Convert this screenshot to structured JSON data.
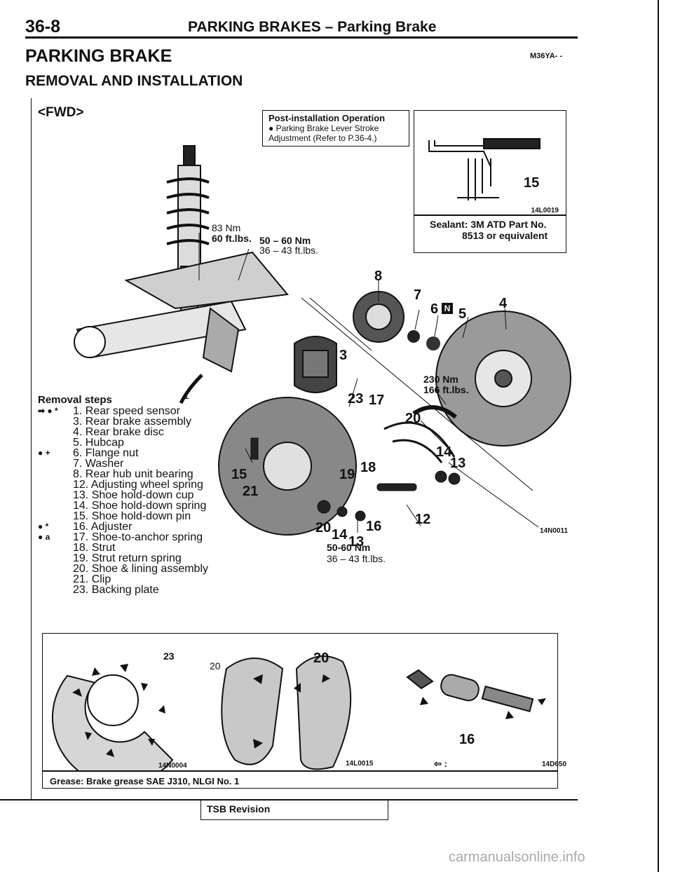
{
  "header": {
    "page_code": "36-8",
    "section_title": "PARKING BRAKES – Parking Brake"
  },
  "title": "PARKING BRAKE",
  "subtitle": "REMOVAL AND INSTALLATION",
  "doc_code": "M36YA- -",
  "fwd_label": "<FWD>",
  "post_install": {
    "title": "Post-installation Operation",
    "line1": "● Parking Brake Lever Stroke",
    "line2": "Adjustment (Refer to P.36-4.)"
  },
  "inset": {
    "callout": "15",
    "code": "14L0019",
    "sealant_line1": "Sealant: 3M ATD Part No.",
    "sealant_line2": "8513 or equivalent"
  },
  "torques": {
    "t1_nm": "83 Nm",
    "t1_ft": "60 ft.lbs.",
    "t2_nm": "50 – 60 Nm",
    "t2_ft": "36 – 43 ft.lbs.",
    "t3_nm": "230 Nm",
    "t3_ft": "166 ft.lbs.",
    "t4_nm": "50-60 Nm",
    "t4_ft": "36 – 43 ft.lbs."
  },
  "callouts": {
    "c1": "1",
    "c3": "3",
    "c4": "4",
    "c5": "5",
    "c6": "6",
    "c7": "7",
    "c8": "8",
    "c12": "12",
    "c13a": "13",
    "c13b": "13",
    "c14a": "14",
    "c14b": "14",
    "c15": "15",
    "c16": "16",
    "c17": "17",
    "c18": "18",
    "c19": "19",
    "c20a": "20",
    "c20b": "20",
    "c21": "21",
    "c23": "23"
  },
  "steps": {
    "title": "Removal steps",
    "items": [
      {
        "mark": "➡ ● *",
        "text": "1. Rear speed sensor"
      },
      {
        "mark": "",
        "text": "3. Rear brake assembly"
      },
      {
        "mark": "",
        "text": "4. Rear brake disc"
      },
      {
        "mark": "",
        "text": "5. Hubcap"
      },
      {
        "mark": "● +",
        "text": "6. Flange nut"
      },
      {
        "mark": "",
        "text": "7. Washer"
      },
      {
        "mark": "",
        "text": "8. Rear hub unit bearing"
      },
      {
        "mark": "",
        "text": "12. Adjusting wheel spring"
      },
      {
        "mark": "",
        "text": "13. Shoe hold-down cup"
      },
      {
        "mark": "",
        "text": "14. Shoe hold-down spring"
      },
      {
        "mark": "",
        "text": "15. Shoe hold-down pin"
      },
      {
        "mark": "● *",
        "text": "16. Adjuster"
      },
      {
        "mark": "● a",
        "text": "17. Shoe-to-anchor spring"
      },
      {
        "mark": "",
        "text": "18. Strut"
      },
      {
        "mark": "",
        "text": "19. Strut return spring"
      },
      {
        "mark": "",
        "text": "20. Shoe & lining assembly"
      },
      {
        "mark": "",
        "text": "21. Clip"
      },
      {
        "mark": "",
        "text": "23. Backing plate"
      }
    ]
  },
  "main_code": "14N0011",
  "bottom": {
    "callout_23": "23",
    "callout_20a": "20",
    "callout_20b": "20",
    "callout_16": "16",
    "code1": "14N0004",
    "code2": "14L0015",
    "code3": "14D650",
    "legend": "⇦ :",
    "grease": "Grease: Brake grease SAE J310, NLGI No. 1"
  },
  "footer": {
    "tsb": "TSB Revision"
  },
  "watermark": "carmanualsonline.info"
}
